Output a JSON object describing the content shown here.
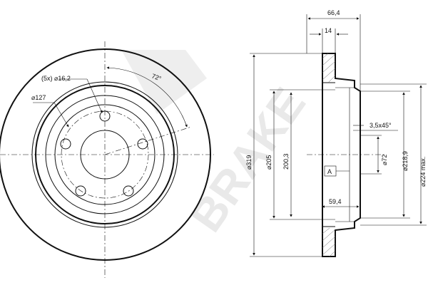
{
  "watermark": {
    "text": "BRAKE"
  },
  "front_view": {
    "bolt_holes": "(5x) ⌀16,2",
    "pitch_circle": "⌀127",
    "angle": "72°"
  },
  "side_view": {
    "total_height": "66,4",
    "hat_thickness": "14",
    "chamfer": "3,5x45°",
    "offset": "59,4",
    "datum": "A",
    "d_outer": "⌀319",
    "d_hat": "⌀205",
    "d_inner": "200,3",
    "d_bore": "⌀72",
    "d_hub": "⌀218,9",
    "d_max": "⌀224 max."
  },
  "colors": {
    "line": "#111111",
    "watermark": "#e9e9e9"
  }
}
